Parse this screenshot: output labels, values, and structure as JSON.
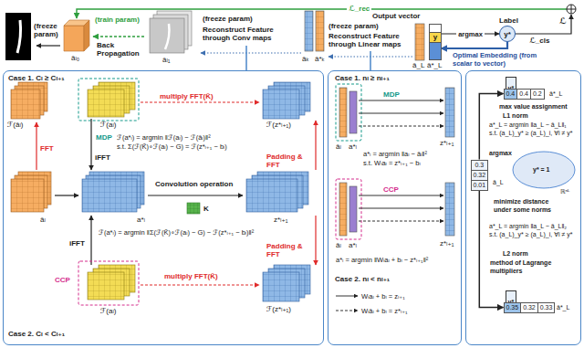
{
  "diagram": {
    "nodes": [
      {
        "text": [
          "y"
        ]
      },
      {
        "text": [
          "y*"
        ]
      },
      {
        "text": [
          "Case 1. Cₗ ≥ Cₗ₊₁",
          "Case 2. Cₗ < Cₗ₊₁"
        ]
      },
      {
        "text": [
          "Case 1. nₗ ≥ nₗ₊₁",
          "Case 2. nₗ < nₗ₊₁"
        ]
      },
      {
        "text": [
          "max value assignment",
          "L1 norm",
          "minimize distance under some norms",
          "L2 norm",
          "method of Lagrange multipliers"
        ]
      },
      {
        "text": [
          "y*"
        ],
        "in": 4
      },
      {
        "text": [
          "0.4",
          "0.4",
          "0.2"
        ],
        "in": 4
      },
      {
        "text": [
          "0.3",
          "0.32",
          "0.01"
        ],
        "in": 4
      },
      {
        "text": [
          "y*"
        ],
        "in": 4
      },
      {
        "text": [
          "0.35",
          "0.32",
          "0.33"
        ],
        "in": 4
      }
    ],
    "edges": [
      {
        "from": 0,
        "to": 1,
        "label": "argmax",
        "arrow": "to"
      },
      {
        "from": 1,
        "to": 0,
        "arrow": "to"
      },
      {
        "from": 7,
        "to": 6,
        "arrow": "to"
      },
      {
        "from": 7,
        "to": 9,
        "arrow": "to"
      }
    ],
    "labels": [
      "ℒ_rec",
      "(freeze param)",
      "âₗ₀",
      "(train param)",
      "Back Propagation",
      "âₗ₁",
      "(freeze param)",
      "Reconstruct Feature through Conv maps",
      "âₖ",
      "â*ₖ",
      "Output vector",
      "(freeze param)",
      "Reconstruct Feature through Linear maps",
      "â_L",
      "â*_L",
      "Label",
      "ℒ_cls",
      "ℒ",
      "Optimal Embedding (from scalar to vector)",
      "ℱ(âₗ)",
      "ℱ(aₗ)",
      "ℱ(z*ₗ₊₁)",
      "multiply FFT(K̃)",
      "MDP",
      "ℱ(a*ₗ) = argmin ‖ℱ(aₗ) − ℱ(âₗ)‖²",
      "s.t. Σ(ℱ(K̃)∘ℱ(aₗ) − G) = ℱ(z*ₗ₊₁ − bₗ)",
      "FFT",
      "iFFT",
      "Padding & FFT",
      "Convolution operation",
      "K",
      "âₗ",
      "a*ₗ",
      "z*ₗ₊₁",
      "ℱ(a*ₗ) = argmin ‖Σ(ℱ(K̃)∘ℱ(aₗ) − G) − ℱ(z*ₗ₊₁ − bₗ)‖²",
      "iFFT",
      "Padding & FFT",
      "CCP",
      "multiply FFT(K̃)",
      "ℱ(aₗ)",
      "ℱ(z*ₗ₊₁)",
      "MDP",
      "âₗ",
      "a*ₗ",
      "z*ₗ₊₁",
      "a*ₗ = argmin ‖aₗ − âₗ‖²",
      "s.t. Wₗaₗ = z*ₗ₊₁ − bₗ",
      "CCP",
      "âₗ",
      "a*ₗ",
      "z*ₗ₊₁",
      "a*ₗ = argmin ‖Wₗaₗ + bₗ − z*ₗ₊₁‖²",
      "â*_L",
      "a*_L = argmin ‖a_L − â_L‖₁",
      "s.t. (a_L)_y* ≥ (a_L)_i, ∀i ≠ y*",
      "argmax",
      "y* = 1",
      "â_L",
      "ℝⁿᴸ",
      "a*_L = argmin ‖a_L − â_L‖₂",
      "s.t. (a_L)_y* ≥ (a_L)_i, ∀i ≠ y*",
      "â*_L"
    ],
    "legend": [
      {
        "text": "Wₗaₗ + bₗ = zₗ₊₁"
      },
      {
        "text": "Wₗâₗ + bₗ = z*ₗ₊₁"
      }
    ]
  }
}
